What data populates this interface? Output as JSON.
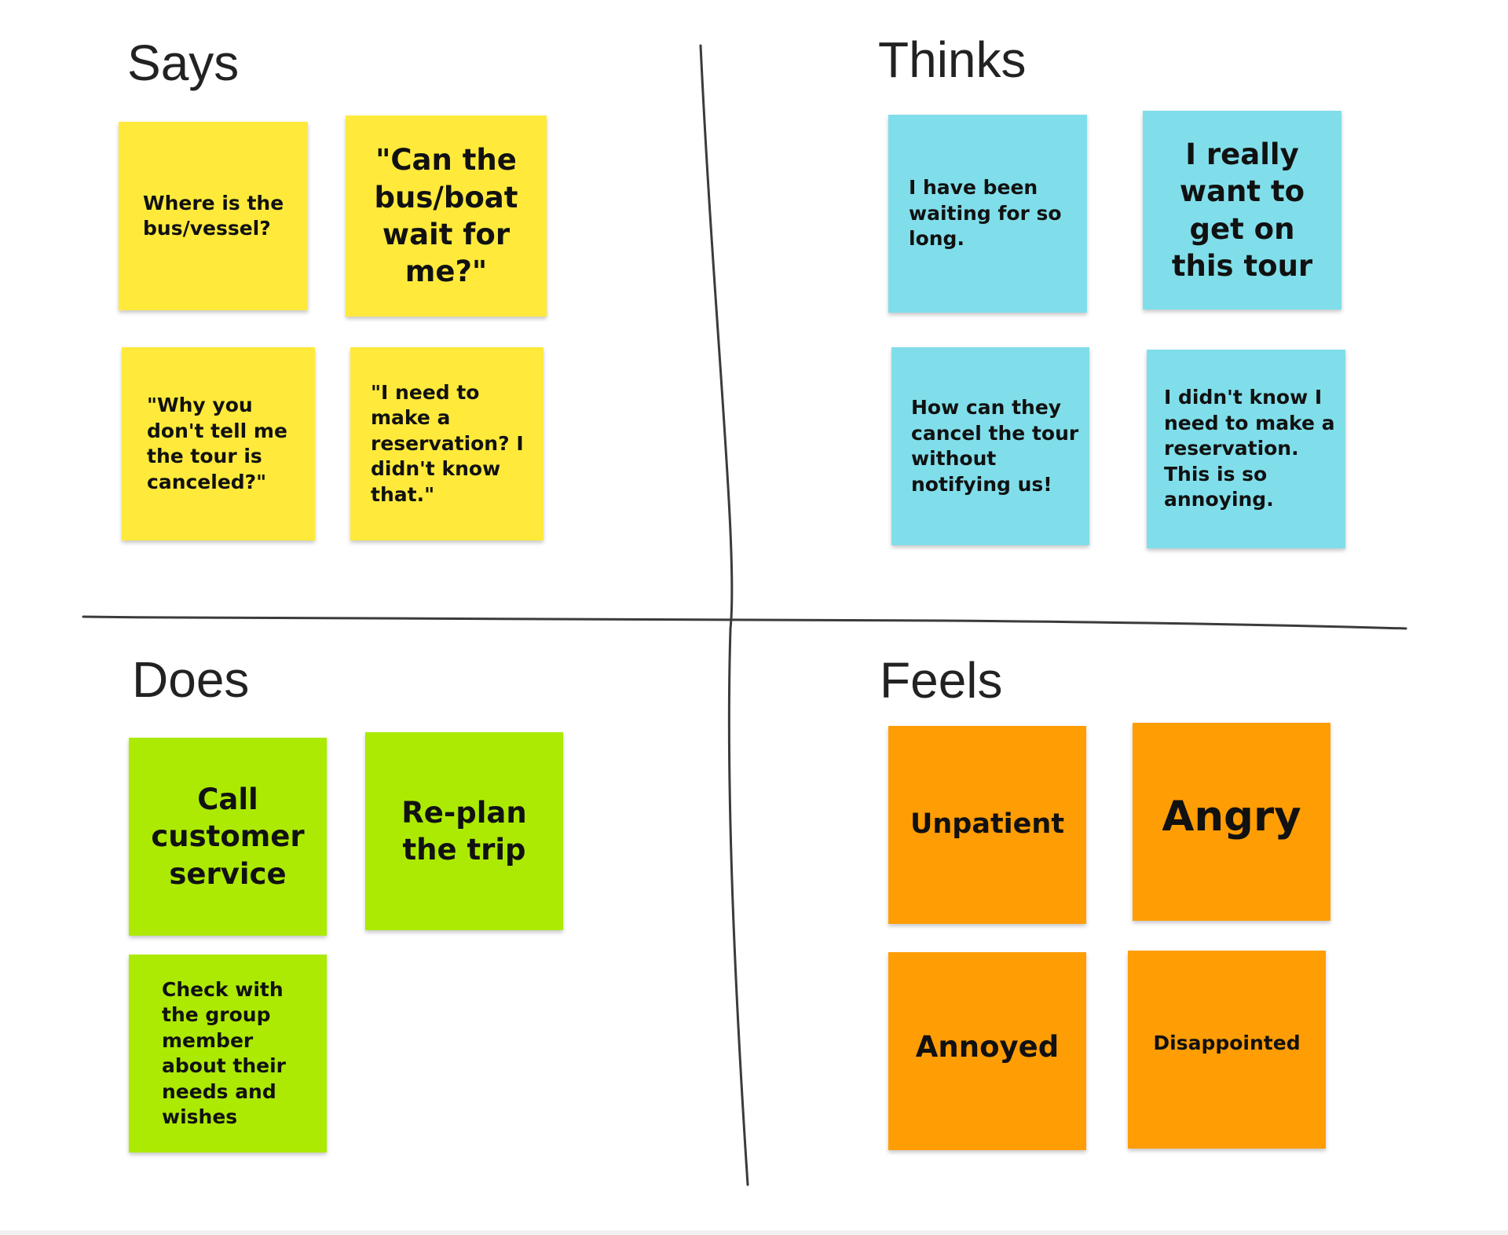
{
  "colors": {
    "says": "#FFEA3C",
    "thinks": "#80DEEA",
    "does": "#ACEA03",
    "feels": "#FF9D05",
    "line": "#3b3b3b",
    "title": "#222222"
  },
  "quadrants": {
    "says": {
      "title": "Says",
      "notes": [
        "Where is the bus/vessel?",
        "\"Can the bus/boat wait for me?\"",
        "\"Why you don't tell me the tour is canceled?\"",
        "\"I need to make a reservation? I didn't know that.\""
      ]
    },
    "thinks": {
      "title": "Thinks",
      "notes": [
        "I have been waiting for so long.",
        "I really want to get on this tour",
        "How can they cancel the tour without notifying us!",
        "I didn't know I need to make a reservation. This is so annoying."
      ]
    },
    "does": {
      "title": "Does",
      "notes": [
        "Call customer service",
        "Re-plan the trip",
        "Check with the group member about their needs and wishes"
      ]
    },
    "feels": {
      "title": "Feels",
      "notes": [
        "Unpatient",
        "Angry",
        "Annoyed",
        "Disappointed"
      ]
    }
  }
}
